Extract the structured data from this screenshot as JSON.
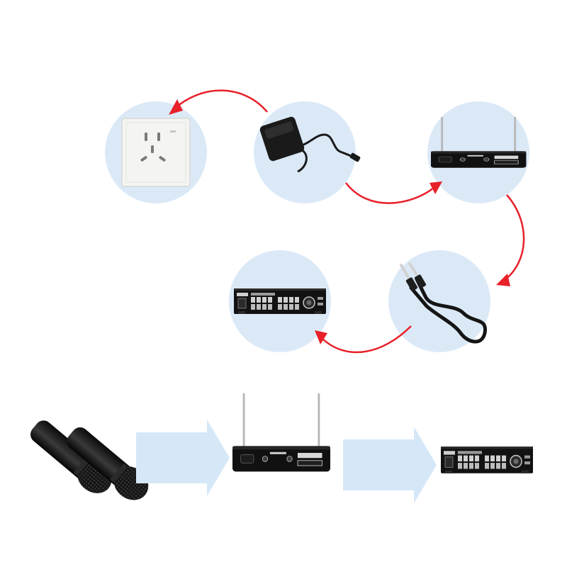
{
  "colors": {
    "background": "#ffffff",
    "circle_fill": "#dbe9f7",
    "red_arrow": "#e8202a",
    "flow_arrow": "#d6e8f8",
    "device_black": "#151515",
    "device_grey": "#3a3a3a",
    "device_light": "#c8c8c8",
    "wall_plate": "#f4f4f2"
  },
  "nodes": [
    {
      "id": "wall-socket",
      "icon": "wall-socket-icon"
    },
    {
      "id": "power-adapter",
      "icon": "power-adapter-icon"
    },
    {
      "id": "wireless-receiver",
      "icon": "wireless-receiver-icon"
    },
    {
      "id": "audio-cable",
      "icon": "audio-cable-icon"
    },
    {
      "id": "amplifier",
      "icon": "amplifier-icon"
    }
  ],
  "connections": [
    {
      "from": "power-adapter",
      "to": "wall-socket"
    },
    {
      "from": "power-adapter",
      "to": "wireless-receiver"
    },
    {
      "from": "wireless-receiver",
      "to": "audio-cable"
    },
    {
      "from": "audio-cable",
      "to": "amplifier"
    }
  ],
  "flow": {
    "items": [
      {
        "id": "microphones",
        "icon": "handheld-microphones-icon"
      },
      {
        "id": "receiver",
        "icon": "wireless-receiver-icon"
      },
      {
        "id": "amplifier",
        "icon": "amplifier-icon"
      }
    ]
  }
}
